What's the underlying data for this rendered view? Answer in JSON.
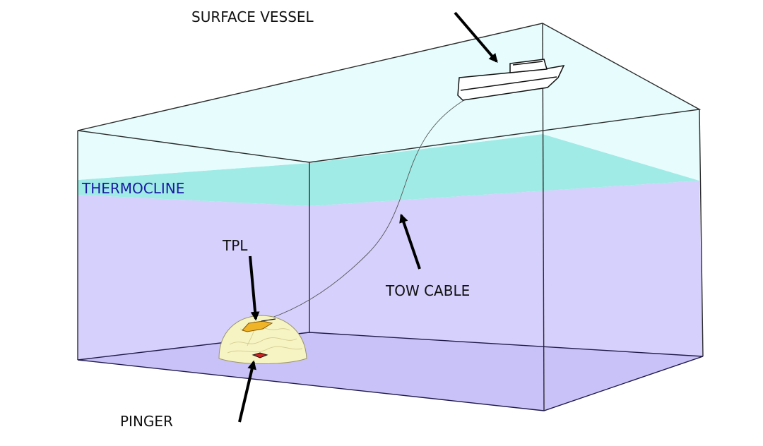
{
  "labels": {
    "surface_vessel": "SURFACE VESSEL",
    "thermocline": "THERMOCLINE",
    "tpl": "TPL",
    "tow_cable": "TOW CABLE",
    "pinger": "PINGER"
  },
  "colors": {
    "surface_water": "#e6fcfd",
    "thermocline_band": "#a0ebe6",
    "deep_water": "#d6d0fc",
    "floor": "#c9c2f8",
    "thermocline_text": "#1a1aa6",
    "dome": "#f7f4c4",
    "tpl_body": "#f0b429",
    "pinger": "#cc2222"
  }
}
